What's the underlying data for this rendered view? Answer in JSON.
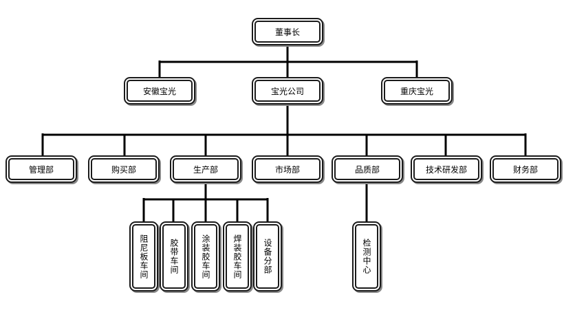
{
  "org_chart": {
    "root": "董事长",
    "level1": {
      "left": "安徽宝光",
      "center": "宝光公司",
      "right": "重庆宝光"
    },
    "departments": {
      "management": "管理部",
      "purchasing": "购买部",
      "production": "生产部",
      "marketing": "市场部",
      "quality": "品质部",
      "rnd": "技术研发部",
      "finance": "财务部"
    },
    "production_units": {
      "damping_plate": "阻尼板车间",
      "tape": "胶带车间",
      "coating": "涂装胶车间",
      "welding": "焊装胶车间",
      "equipment": "设备分部"
    },
    "quality_units": {
      "inspection": "检测中心"
    }
  }
}
